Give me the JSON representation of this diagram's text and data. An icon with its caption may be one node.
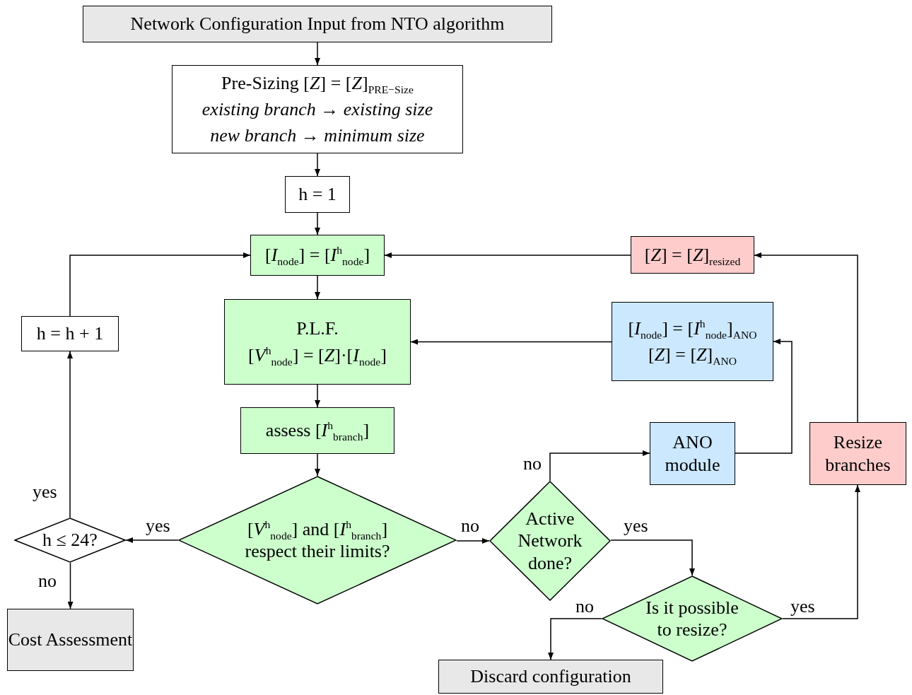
{
  "diagram": {
    "nodes": [
      {
        "text": [
          "Network Configuration Input from NTO algorithm"
        ]
      },
      {
        "text": [
          "Pre-Sizing [*Z*] = [*Z*]$_{PRE−Size}$",
          "existing branch → existing size",
          "new branch → minimum size"
        ]
      },
      {
        "text": [
          "h = 1"
        ]
      },
      {
        "text": [
          "[*I*$_{node}$] = [*I*$^{h}$$_{node}$]"
        ]
      },
      {
        "text": [
          "P.L.F.",
          "[*V*$^{h}$$_{node}$] = [*Z*]·[*I*$_{node}$]"
        ]
      },
      {
        "text": [
          "assess [*I*$^{h}$$_{branch}$]"
        ]
      },
      {
        "text": [
          "[*V*$^{h}$$_{node}$] and [*I*$^{h}$$_{branch}$] respect their limits?"
        ]
      },
      {
        "text": [
          "h ≤ 24?"
        ]
      },
      {
        "text": [
          "h = h + 1"
        ]
      },
      {
        "text": [
          "Cost Assessment"
        ]
      },
      {
        "text": [
          "Active Network done?"
        ]
      },
      {
        "text": [
          "ANO module"
        ]
      },
      {
        "text": [
          "[*I*$_{node}$] = [*I*$^{h}$$_{node}$]$_{ANO}$",
          "[*Z*] = [*Z*]$_{ANO}$"
        ]
      },
      {
        "text": [
          "Is it possible to resize?"
        ]
      },
      {
        "text": [
          "Discard configuration"
        ]
      },
      {
        "text": [
          "Resize branches"
        ]
      },
      {
        "text": [
          "[*Z*] = [*Z*]$_{resized}$"
        ]
      }
    ],
    "edges": [
      {
        "from": 0,
        "to": 1,
        "arrow": "to"
      },
      {
        "from": 1,
        "to": 2,
        "arrow": "to"
      },
      {
        "from": 2,
        "to": 3,
        "arrow": "to"
      },
      {
        "from": 3,
        "to": 4,
        "arrow": "to"
      },
      {
        "from": 4,
        "to": 5,
        "arrow": "to"
      },
      {
        "from": 5,
        "to": 6,
        "arrow": "to"
      },
      {
        "from": 6,
        "to": 7,
        "arrow": "to",
        "label": "yes"
      },
      {
        "from": 7,
        "to": 8,
        "arrow": "to",
        "label": "yes"
      },
      {
        "from": 8,
        "to": 3,
        "arrow": "to"
      },
      {
        "from": 7,
        "to": 9,
        "arrow": "to",
        "label": "no"
      },
      {
        "from": 6,
        "to": 10,
        "arrow": "to",
        "label": "no"
      },
      {
        "from": 10,
        "to": 11,
        "arrow": "to",
        "label": "no"
      },
      {
        "from": 11,
        "to": 12,
        "arrow": "to"
      },
      {
        "from": 12,
        "to": 4,
        "arrow": "to"
      },
      {
        "from": 10,
        "to": 13,
        "arrow": "to",
        "label": "yes"
      },
      {
        "from": 13,
        "to": 14,
        "arrow": "to",
        "label": "no"
      },
      {
        "from": 13,
        "to": 15,
        "arrow": "to",
        "label": "yes"
      },
      {
        "from": 15,
        "to": 16,
        "arrow": "to"
      },
      {
        "from": 16,
        "to": 3,
        "arrow": "to"
      }
    ]
  }
}
